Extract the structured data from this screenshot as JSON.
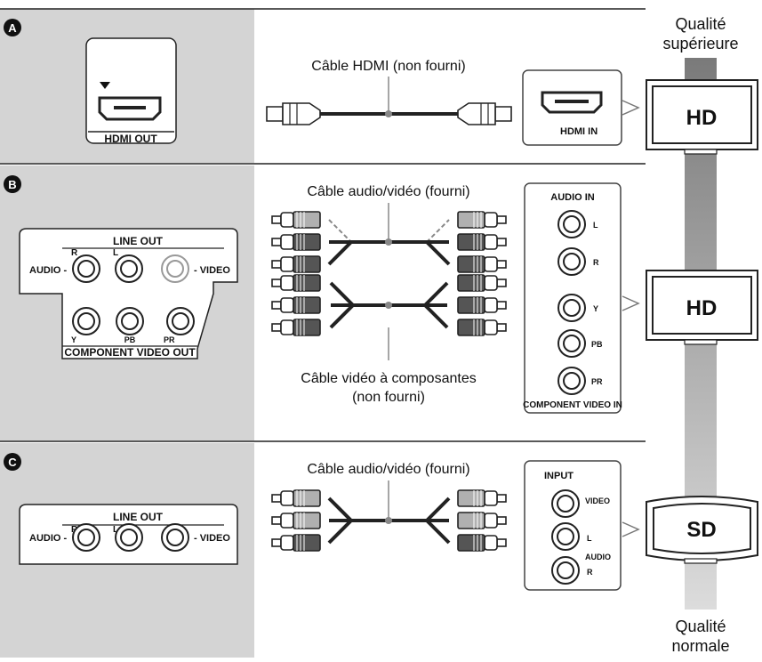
{
  "badges": [
    "A",
    "B",
    "C"
  ],
  "quality": {
    "top_line1": "Qualité",
    "top_line2": "supérieure",
    "bottom_line1": "Qualité",
    "bottom_line2": "normale"
  },
  "row_a": {
    "player_port_label": "HDMI OUT",
    "cable_label": "Câble HDMI (non fourni)",
    "tv_port_label": "HDMI IN",
    "tv_label": "HD"
  },
  "row_b": {
    "line_out_title": "LINE OUT",
    "audio_label": "AUDIO -",
    "r": "R",
    "l": "L",
    "video_label": "- VIDEO",
    "y": "Y",
    "pb": "PB",
    "pr": "PR",
    "component_out_title": "COMPONENT VIDEO OUT",
    "av_cable_label": "Câble audio/vidéo (fourni)",
    "component_cable_line1": "Câble vidéo à composantes",
    "component_cable_line2": "(non fourni)",
    "tv_audio_in": "AUDIO IN",
    "tv_l": "L",
    "tv_r": "R",
    "tv_y": "Y",
    "tv_pb": "PB",
    "tv_pr": "PR",
    "tv_component_in": "COMPONENT VIDEO IN",
    "tv_label": "HD"
  },
  "row_c": {
    "line_out_title": "LINE OUT",
    "audio_label": "AUDIO -",
    "r": "R",
    "l": "L",
    "video_label": "- VIDEO",
    "av_cable_label": "Câble audio/vidéo (fourni)",
    "tv_input": "INPUT",
    "tv_video": "VIDEO",
    "tv_l": "L",
    "tv_audio": "AUDIO",
    "tv_r": "R",
    "tv_label": "SD"
  },
  "colors": {
    "panel_gray": "#d4d4d4",
    "bar_dark": "#7a7a7a",
    "bar_light": "#d9d9d9",
    "plug_dark": "#555555",
    "plug_light": "#b0b0b0"
  }
}
